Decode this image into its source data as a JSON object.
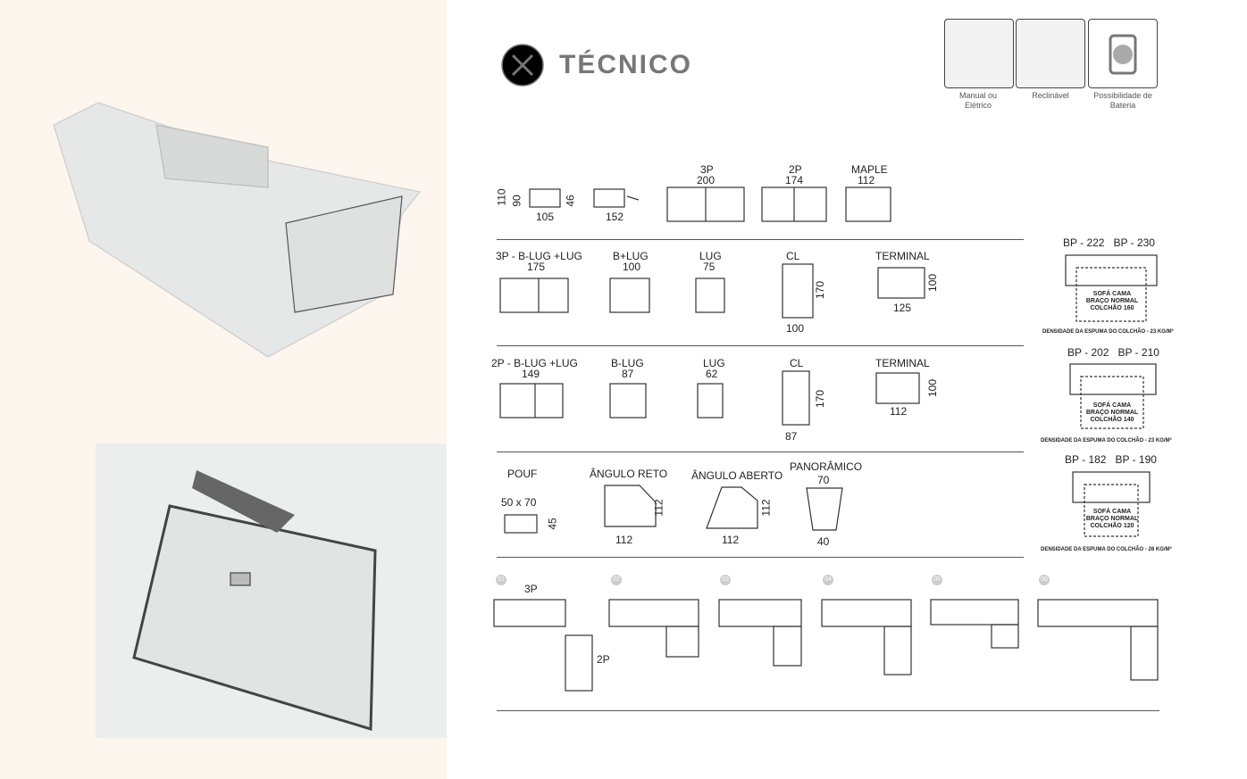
{
  "header": {
    "title": "TÉCNICO",
    "icon": "pencil-ruler-icon"
  },
  "features": [
    {
      "icon": "manual-electric-icon",
      "label_l1": "Manual ou",
      "label_l2": "Elétrico"
    },
    {
      "icon": "recliner-icon",
      "label_l1": "Reclinável",
      "label_l2": ""
    },
    {
      "icon": "battery-icon",
      "label_l1": "Possibilidade de",
      "label_l2": "Bateria"
    }
  ],
  "row1": {
    "height_total": "110",
    "height_seat": "90",
    "arm_height": "46",
    "depth": "105",
    "depth_reclined": "152",
    "items": [
      {
        "name": "3P",
        "width": "200"
      },
      {
        "name": "2P",
        "width": "174"
      },
      {
        "name": "MAPLE",
        "width": "112"
      }
    ]
  },
  "row2": {
    "items": [
      {
        "name": "3P - B-LUG +LUG",
        "width": "175"
      },
      {
        "name": "B+LUG",
        "width": "100"
      },
      {
        "name": "LUG",
        "width": "75"
      },
      {
        "name": "CL",
        "width": "100",
        "depth": "170"
      },
      {
        "name": "TERMINAL",
        "width": "125",
        "depth": "100"
      }
    ]
  },
  "row3": {
    "items": [
      {
        "name": "2P - B-LUG +LUG",
        "width": "149"
      },
      {
        "name": "B-LUG",
        "width": "87"
      },
      {
        "name": "LUG",
        "width": "62"
      },
      {
        "name": "CL",
        "width": "87",
        "depth": "170"
      },
      {
        "name": "TERMINAL",
        "width": "112",
        "depth": "100"
      }
    ]
  },
  "row4": {
    "items": [
      {
        "name": "POUF",
        "size": "50 x 70",
        "height": "45"
      },
      {
        "name": "ÂNGULO RETO",
        "width": "112",
        "depth": "112"
      },
      {
        "name": "ÂNGULO ABERTO",
        "width": "112",
        "depth": "112"
      },
      {
        "name": "PANORÂMICO",
        "top": "70",
        "bottom": "40"
      }
    ]
  },
  "sofa_beds": [
    {
      "sizes": "BP - 222   BP - 230",
      "l1": "SOFÁ CAMA",
      "l2": "BRAÇO NORMAL",
      "l3": "COLCHÃO 160",
      "density": "DENSIDADE DA ESPUMA DO COLCHÃO - 23 KG/M³"
    },
    {
      "sizes": "BP - 202   BP - 210",
      "l1": "SOFÁ CAMA",
      "l2": "BRAÇO NORMAL",
      "l3": "COLCHÃO 140",
      "density": "DENSIDADE DA ESPUMA DO COLCHÃO - 23 KG/M³"
    },
    {
      "sizes": "BP - 182   BP - 190",
      "l1": "SOFÁ CAMA",
      "l2": "BRAÇO NORMAL",
      "l3": "COLCHÃO 120",
      "density": "DENSIDADE DA ESPUMA DO COLCHÃO - 28 KG/M³"
    }
  ],
  "configs": {
    "numbers": [
      "01",
      "02",
      "03",
      "04",
      "05",
      "06"
    ],
    "label_3p": "3P",
    "label_2p": "2P"
  }
}
